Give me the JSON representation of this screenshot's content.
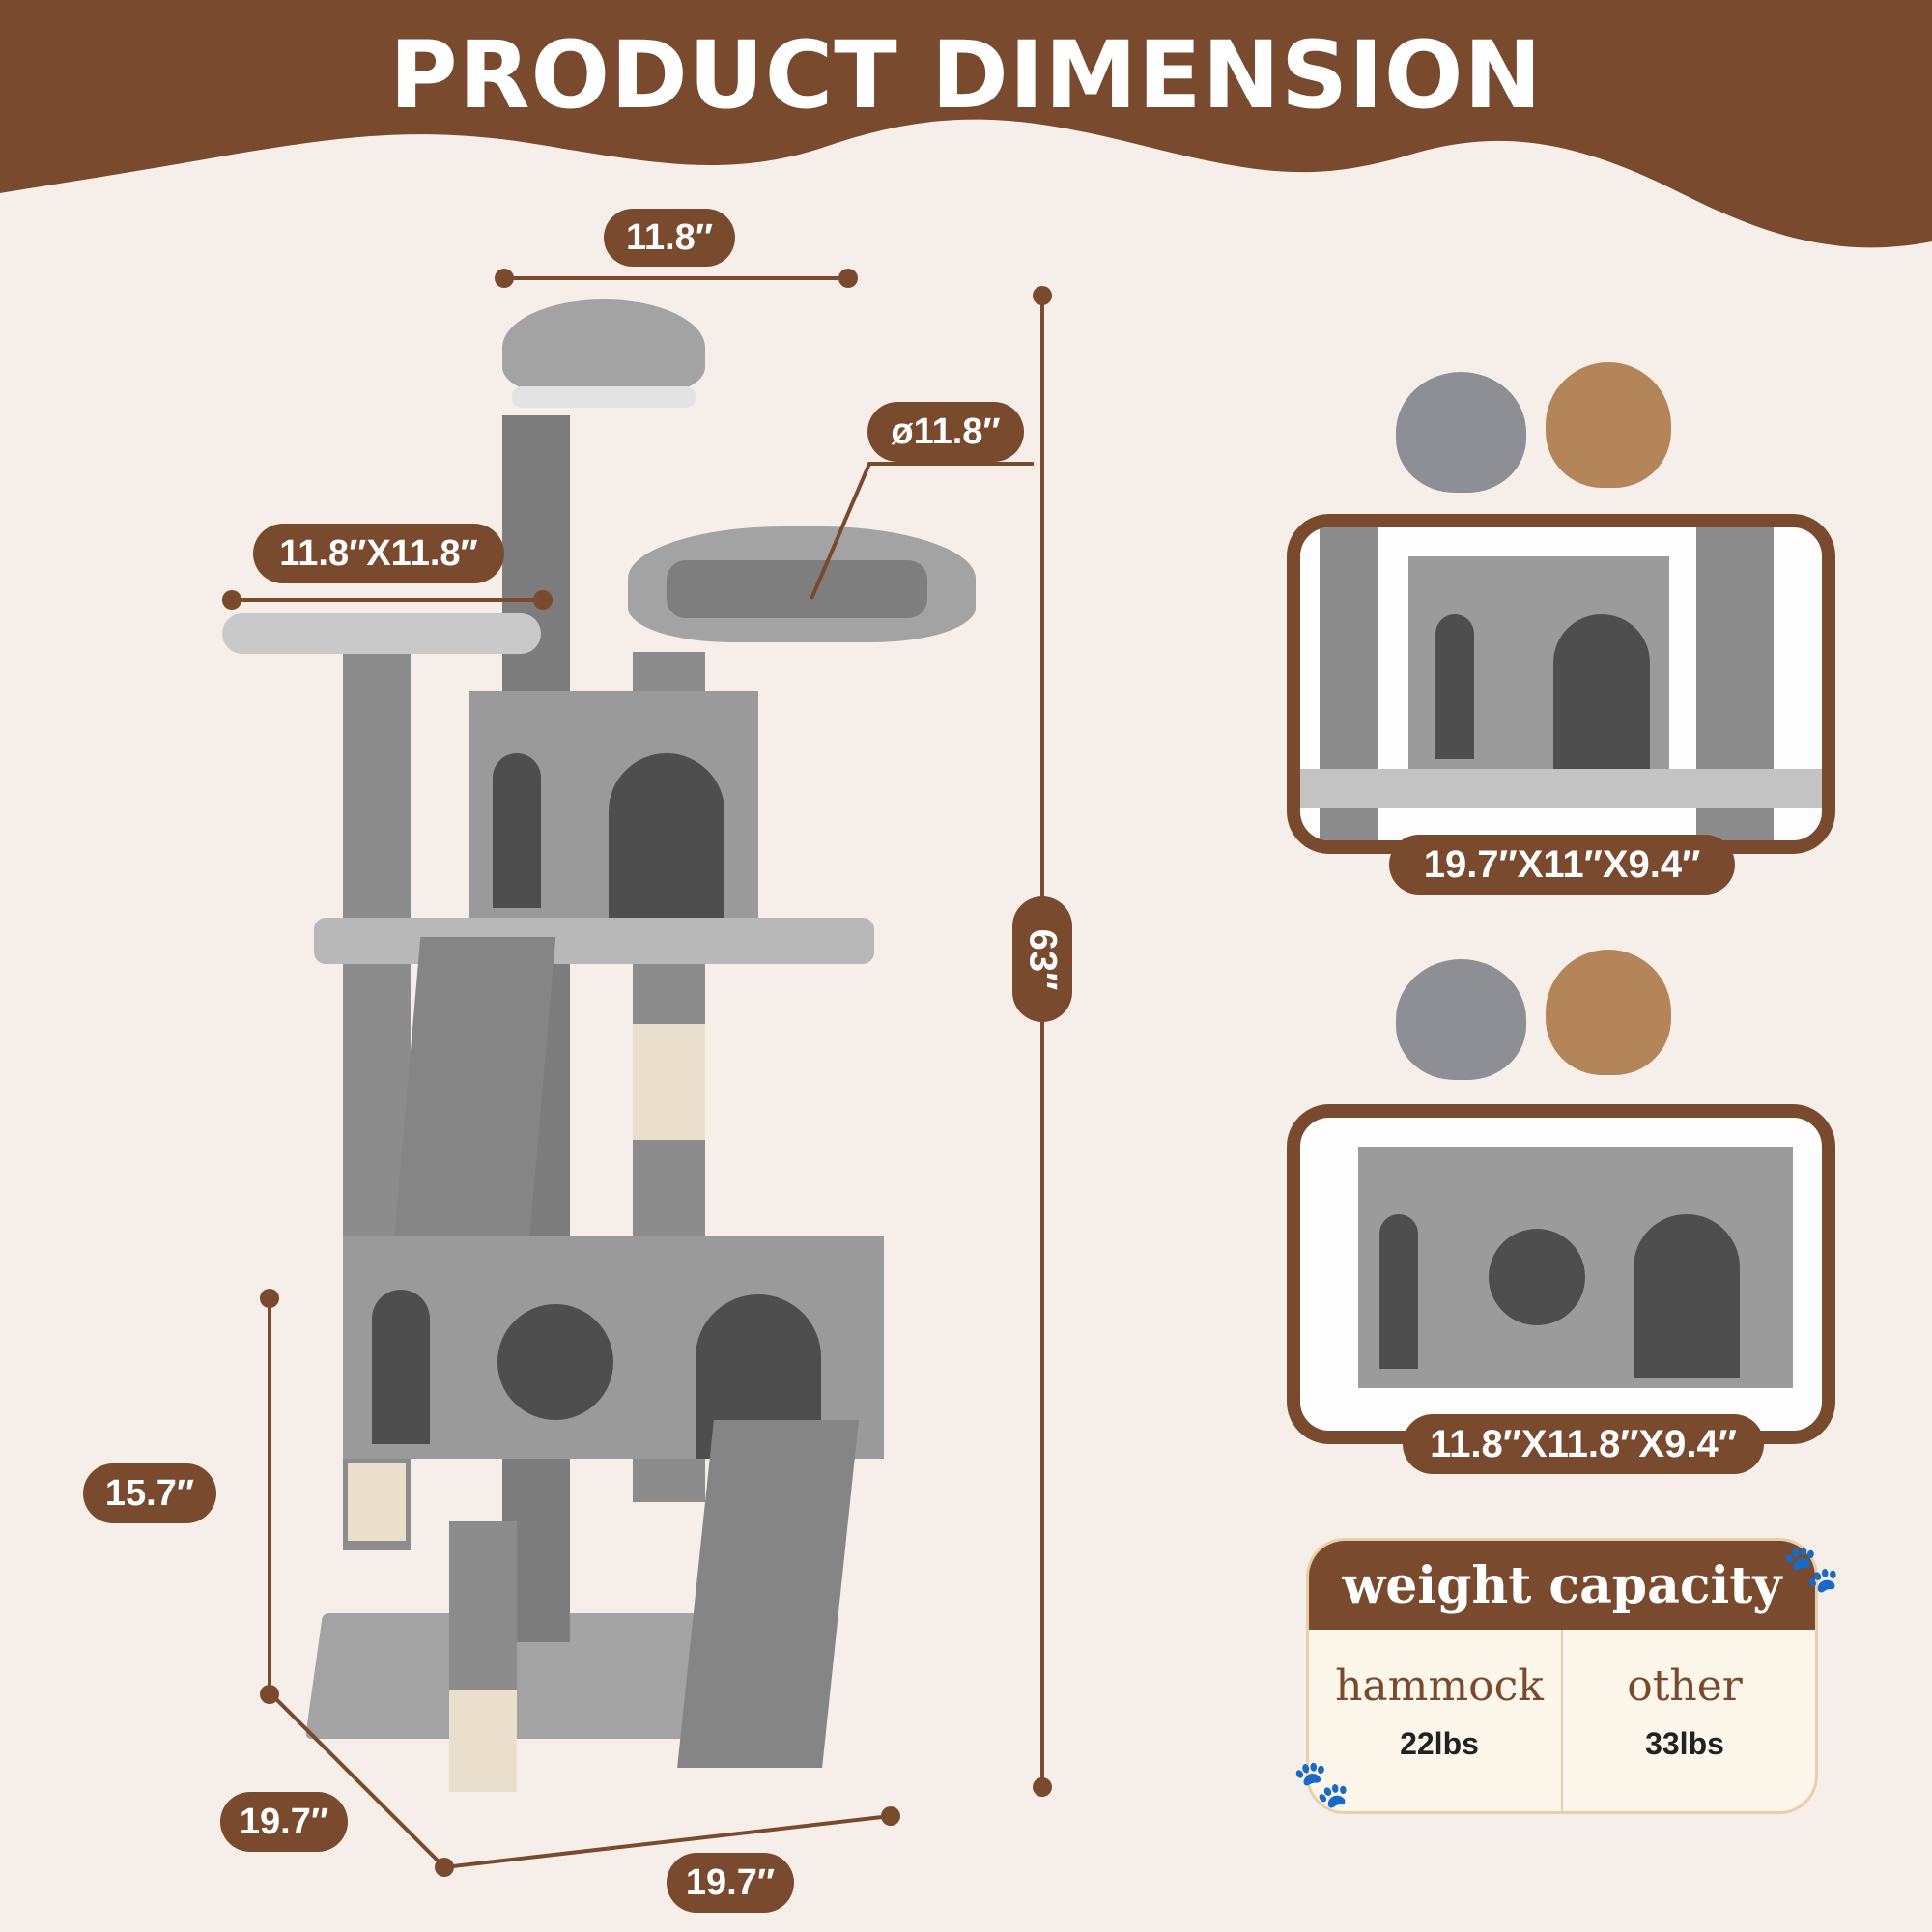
{
  "header": {
    "title": "PRODUCT DIMENSION"
  },
  "dimensions": {
    "top_perch_width": "11.8″",
    "hammock_diameter": "ø11.8″",
    "platform_size": "11.8″X11.8″",
    "total_height": "63″",
    "base_height": "15.7″",
    "base_depth": "19.7″",
    "base_width": "19.7″"
  },
  "details": [
    {
      "label": "19.7″X11″X9.4″"
    },
    {
      "label": "11.8″X11.8″X9.4″"
    }
  ],
  "weight_capacity": {
    "title": "weight capacity",
    "columns": [
      {
        "label": "hammock",
        "value": "22lbs"
      },
      {
        "label": "other",
        "value": "33lbs"
      }
    ]
  },
  "colors": {
    "brown": "#7a4a2e",
    "background": "#f6efe9",
    "carpet": "#8c8c8c",
    "sisal": "#e9dfcc"
  }
}
